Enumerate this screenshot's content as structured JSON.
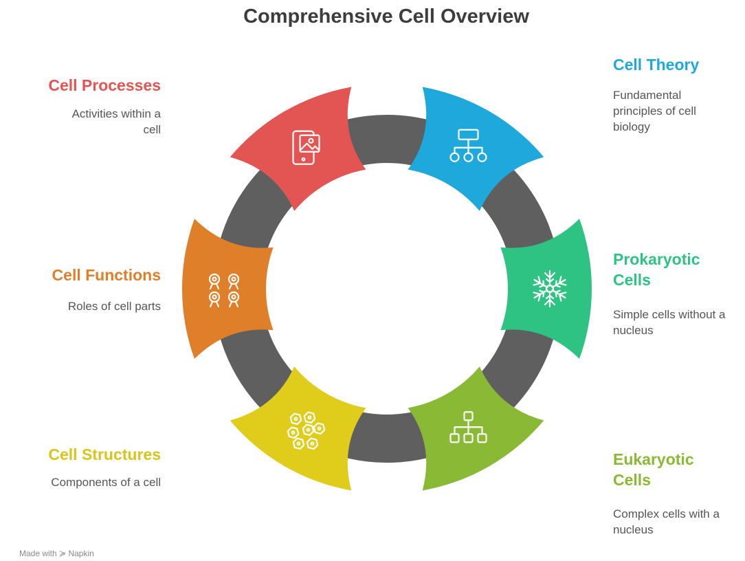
{
  "title": "Comprehensive Cell Overview",
  "colors": {
    "connector": "#5f5f5f",
    "icon_stroke": "#ffffff",
    "title": "#3d3d3d",
    "desc": "#555555"
  },
  "segments": [
    {
      "id": "cell-theory",
      "label": "Cell Theory",
      "description": "Fundamental principles of cell biology",
      "color": "#1fa8dc",
      "icon": "hierarchy-icon"
    },
    {
      "id": "prokaryotic-cells",
      "label": "Prokaryotic Cells",
      "description": "Simple cells without a nucleus",
      "color": "#2fc383",
      "icon": "snowflake-icon"
    },
    {
      "id": "eukaryotic-cells",
      "label": "Eukaryotic Cells",
      "description": "Complex cells with a nucleus",
      "color": "#8ab935",
      "icon": "org-chart-icon"
    },
    {
      "id": "cell-structures",
      "label": "Cell Structures",
      "description": "Components of a cell",
      "color": "#e0cc1a",
      "icon": "cells-icon"
    },
    {
      "id": "cell-functions",
      "label": "Cell Functions",
      "description": "Roles of cell parts",
      "color": "#e07f2a",
      "icon": "people-icon"
    },
    {
      "id": "cell-processes",
      "label": "Cell Processes",
      "description": "Activities within a cell",
      "color": "#e25552",
      "icon": "tablet-image-icon"
    }
  ],
  "footer": {
    "prefix": "Made with",
    "brand": "Napkin"
  }
}
